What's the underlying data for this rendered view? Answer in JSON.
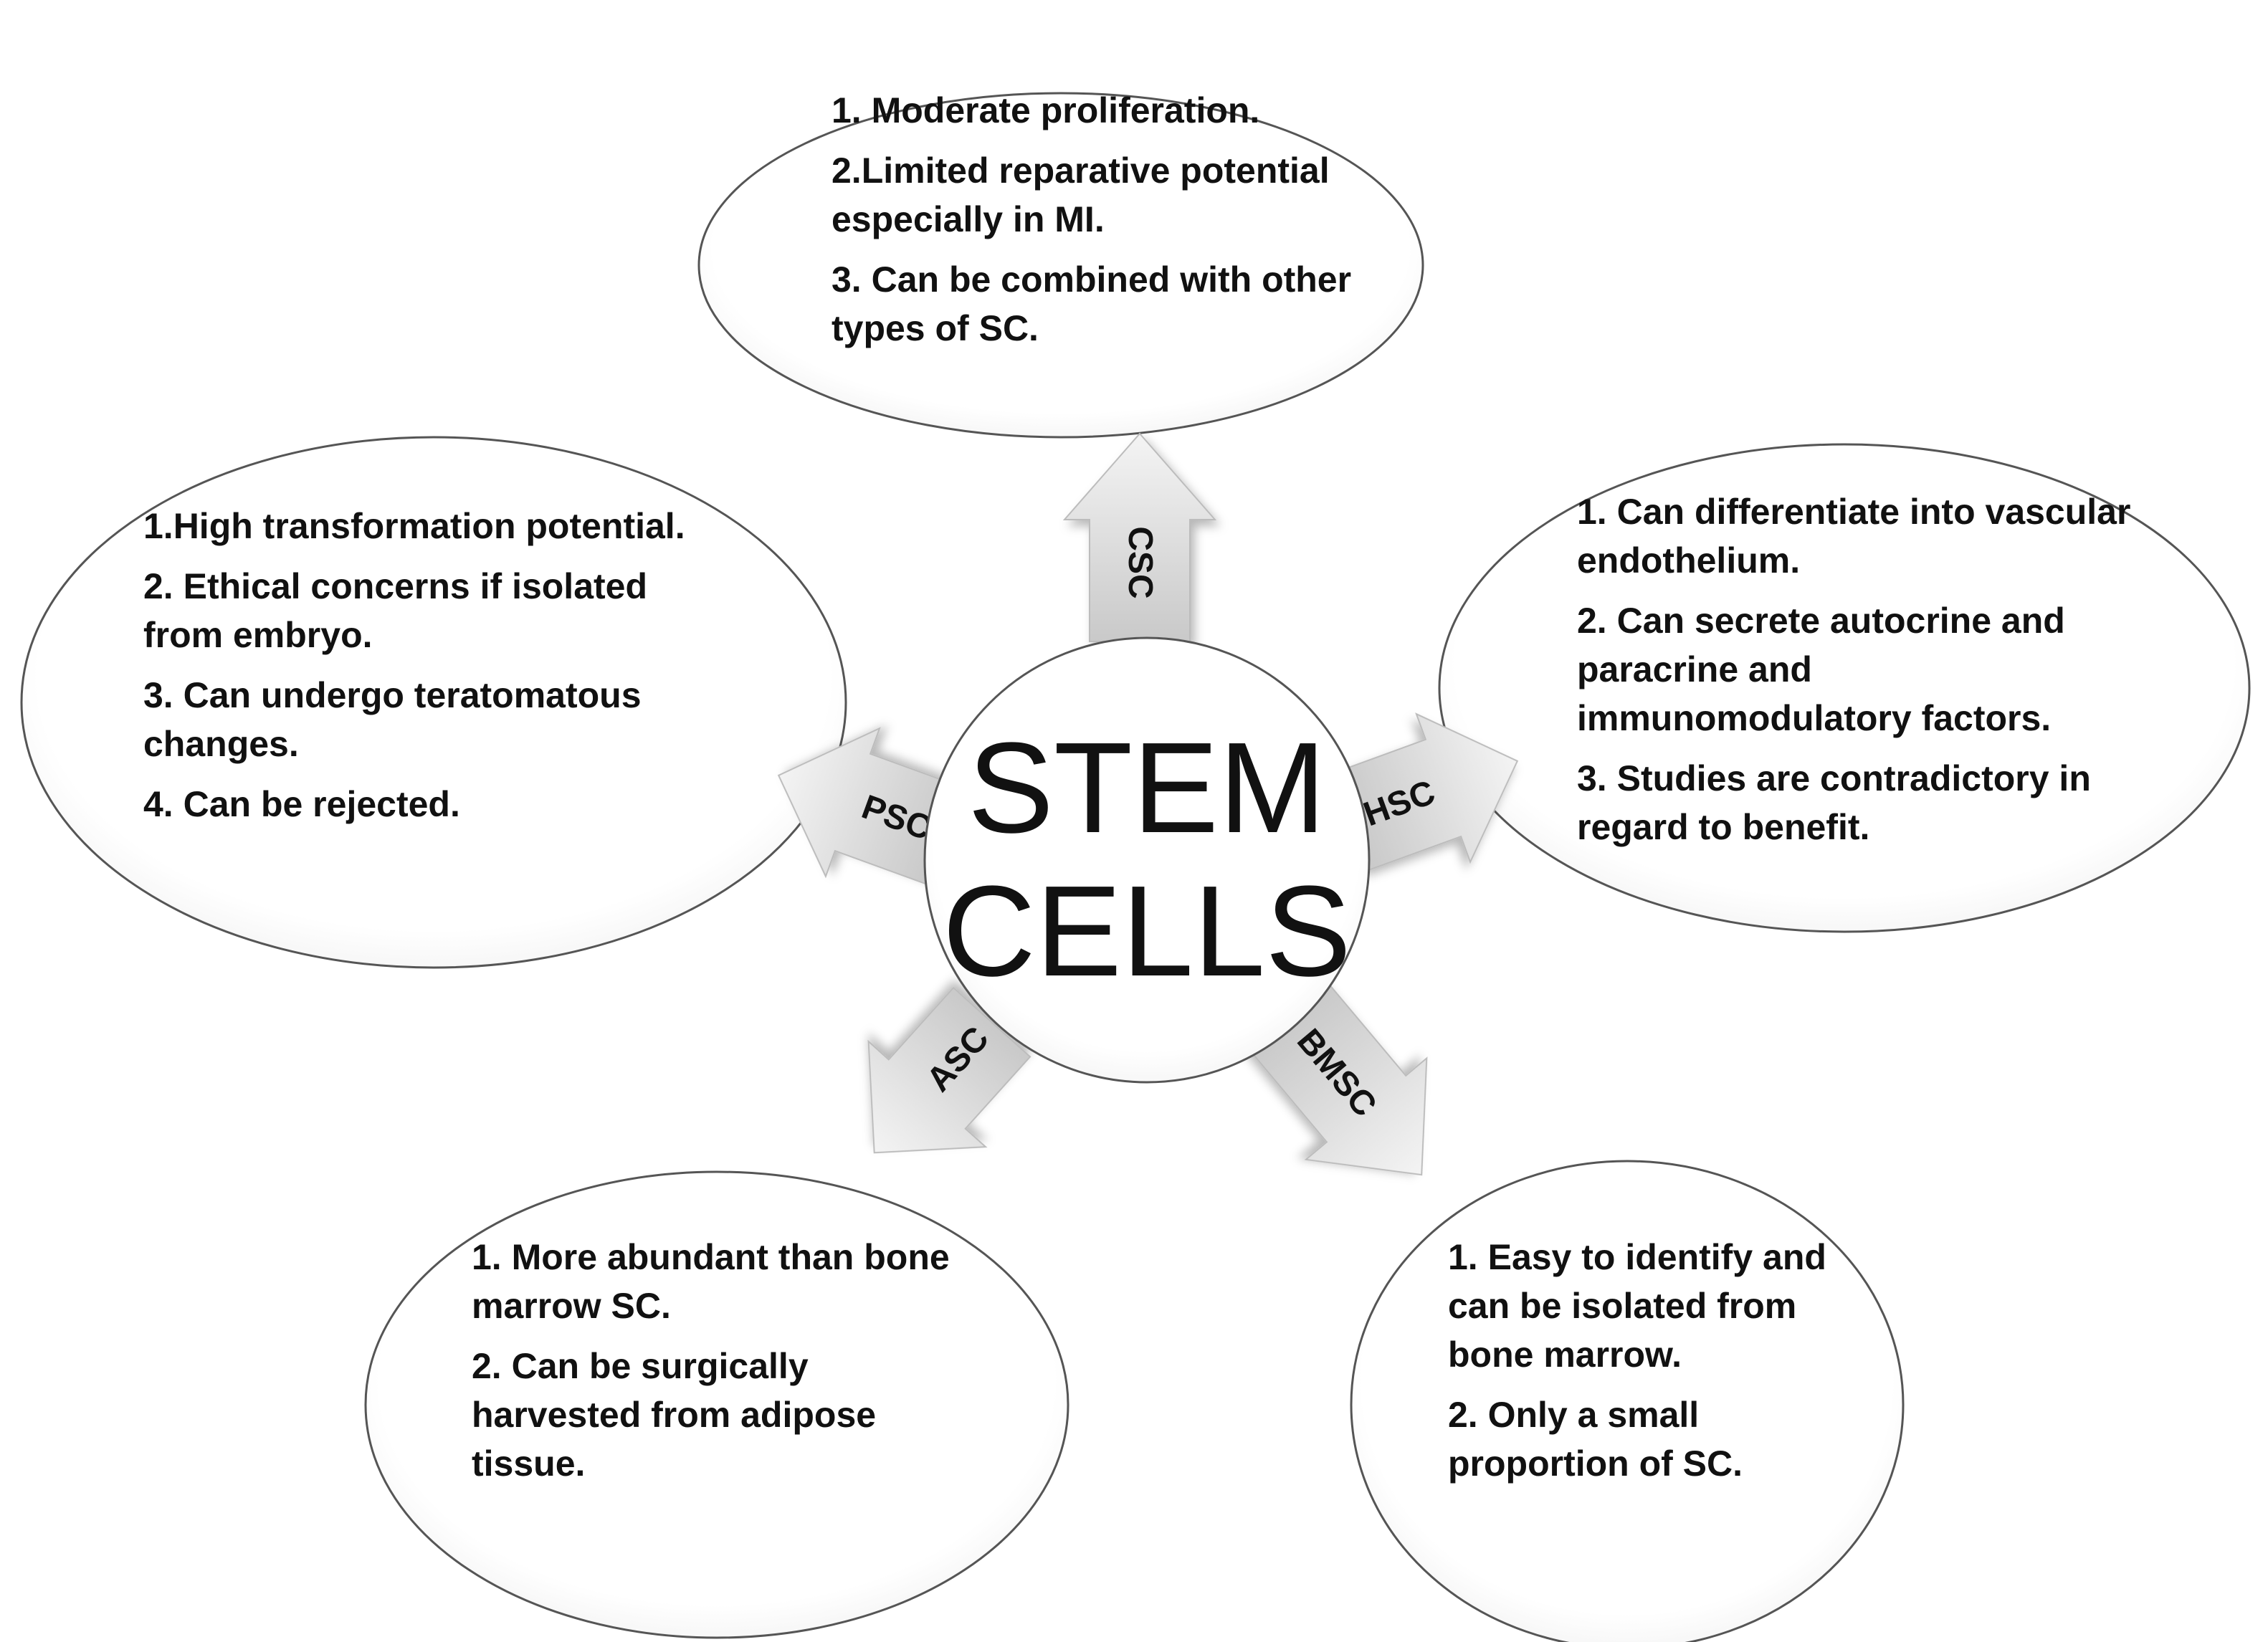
{
  "center": {
    "line1": "STEM",
    "line2": "CELLS"
  },
  "arrows": [
    {
      "id": "csc",
      "label": "CSC"
    },
    {
      "id": "hsc",
      "label": "HSC"
    },
    {
      "id": "bmsc",
      "label": "BMSC"
    },
    {
      "id": "asc",
      "label": "ASC"
    },
    {
      "id": "psc",
      "label": "PSC"
    }
  ],
  "bubbles": {
    "csc": [
      "1. Moderate proliferation.",
      "2.Limited reparative potential especially in MI.",
      "3. Can be combined with other types of SC."
    ],
    "hsc": [
      "1. Can differentiate into vascular endothelium.",
      "2. Can secrete autocrine and paracrine and immunomodulatory factors.",
      "3. Studies are contradictory in regard to benefit."
    ],
    "bmsc": [
      "1. Easy to identify and can be isolated from bone marrow.",
      "2. Only a small proportion of SC."
    ],
    "asc": [
      "1. More abundant than bone marrow SC.",
      "2. Can be surgically harvested from adipose tissue."
    ],
    "psc": [
      "1.High transformation potential.",
      "2. Ethical concerns if isolated from embryo.",
      "3. Can undergo teratomatous changes.",
      "4. Can be rejected."
    ]
  }
}
